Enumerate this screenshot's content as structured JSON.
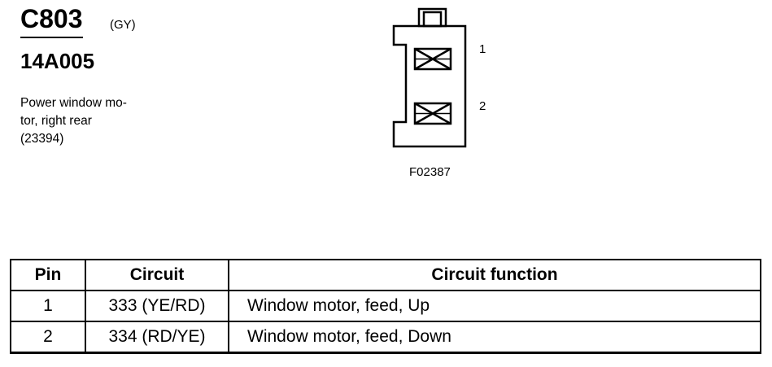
{
  "connector": {
    "id": "C803",
    "color_code": "(GY)",
    "part_number": "14A005",
    "description": "Power window mo-\ntor, right rear\n(23394)"
  },
  "diagram": {
    "pin_labels": [
      "1",
      "2"
    ],
    "figure_id": "F02387"
  },
  "table": {
    "headers": [
      "Pin",
      "Circuit",
      "Circuit function"
    ],
    "rows": [
      {
        "pin": "1",
        "circuit": "333 (YE/RD)",
        "function": "Window motor, feed, Up"
      },
      {
        "pin": "2",
        "circuit": "334 (RD/YE)",
        "function": "Window motor, feed, Down"
      }
    ]
  }
}
